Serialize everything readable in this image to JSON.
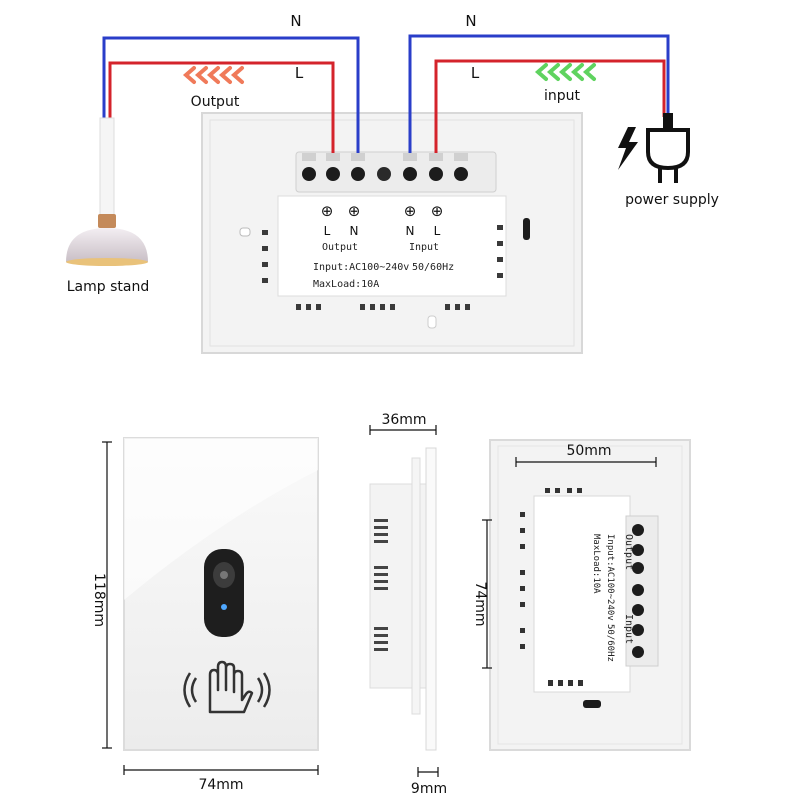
{
  "wiring": {
    "neutral_left": "N",
    "live_left": "L",
    "neutral_right": "N",
    "live_right": "L",
    "output_label": "Output",
    "input_label": "input",
    "lamp_label": "Lamp stand",
    "power_label": "power supply"
  },
  "back_panel": {
    "terminal_left_L": "L",
    "terminal_left_N": "N",
    "terminal_right_N": "N",
    "terminal_right_L": "L",
    "output": "Output",
    "input": "Input",
    "spec_input": "Input:AC100~240v",
    "spec_freq": "50/60Hz",
    "spec_load": "MaxLoad:10A"
  },
  "dimensions": {
    "front_height": "118mm",
    "front_width": "74mm",
    "side_depth": "36mm",
    "side_glass": "9mm",
    "back_width": "50mm",
    "back_height": "74mm"
  },
  "colors": {
    "neutral_wire": "#2a3ec9",
    "live_wire": "#d4232b",
    "output_arrows": "#f07a5a",
    "input_arrows": "#5fd35f"
  }
}
